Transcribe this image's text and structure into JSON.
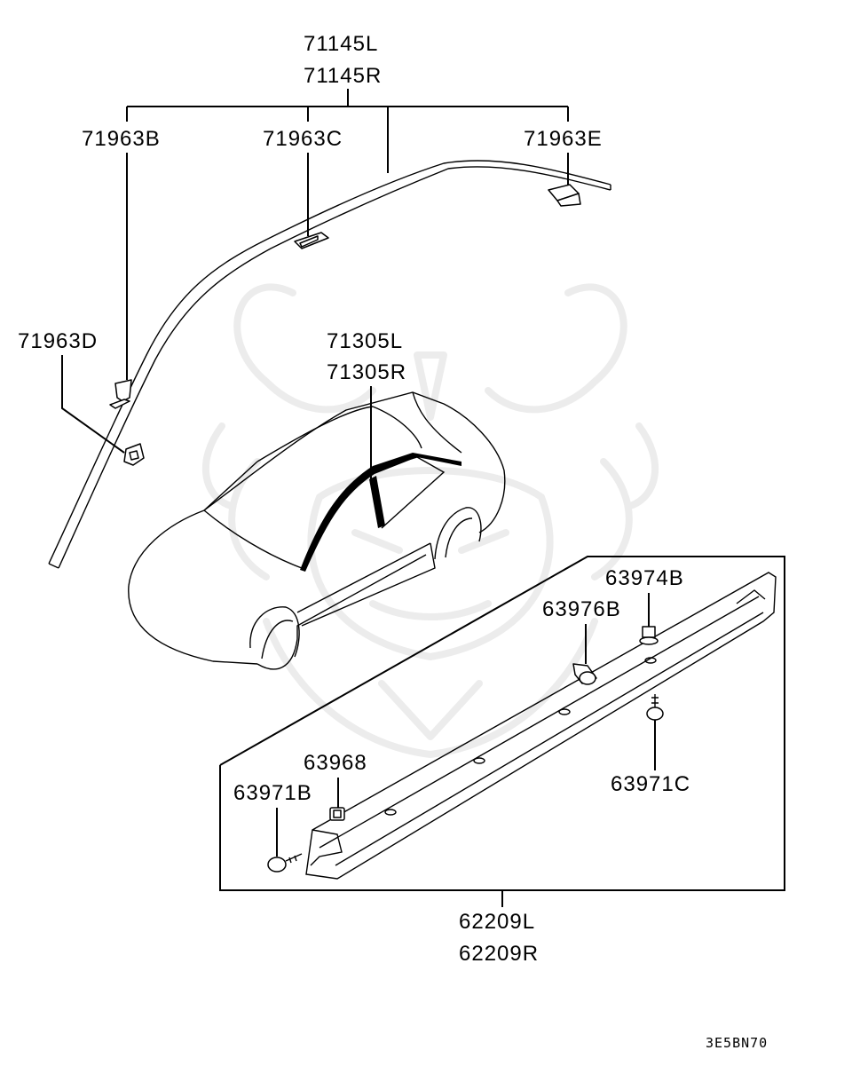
{
  "labels": {
    "roof_molding_l": "71145L",
    "roof_molding_r": "71145R",
    "clip_b": "71963B",
    "clip_c": "71963C",
    "clip_e": "71963E",
    "clip_d": "71963D",
    "pillar_l": "71305L",
    "pillar_r": "71305R",
    "rivet_63974b": "63974B",
    "clip_63976b": "63976B",
    "clip_63968": "63968",
    "screw_63971b": "63971B",
    "screw_63971c": "63971C",
    "sill_l": "62209L",
    "sill_r": "62209R"
  },
  "diagram_code": "3E5BN70"
}
